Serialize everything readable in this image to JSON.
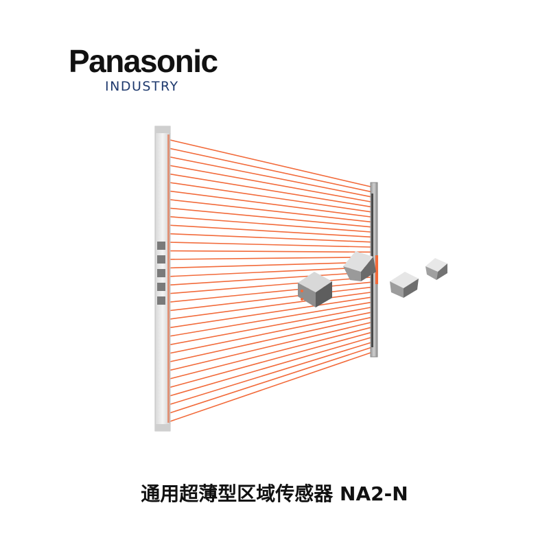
{
  "logo": {
    "brand": "Panasonic",
    "subtitle": "INDUSTRY"
  },
  "caption": "通用超薄型区域传感器 NA2-N",
  "colors": {
    "beam": "#f26a3a",
    "emitter_body": "#e6e6e6",
    "receiver_body": "#bfbfbf",
    "brand_text": "#111111",
    "subtitle_text": "#1f3a6e"
  },
  "icons": [
    "panasonic-logo",
    "emitter-bar",
    "receiver-bar",
    "light-beams",
    "cube-icon"
  ]
}
